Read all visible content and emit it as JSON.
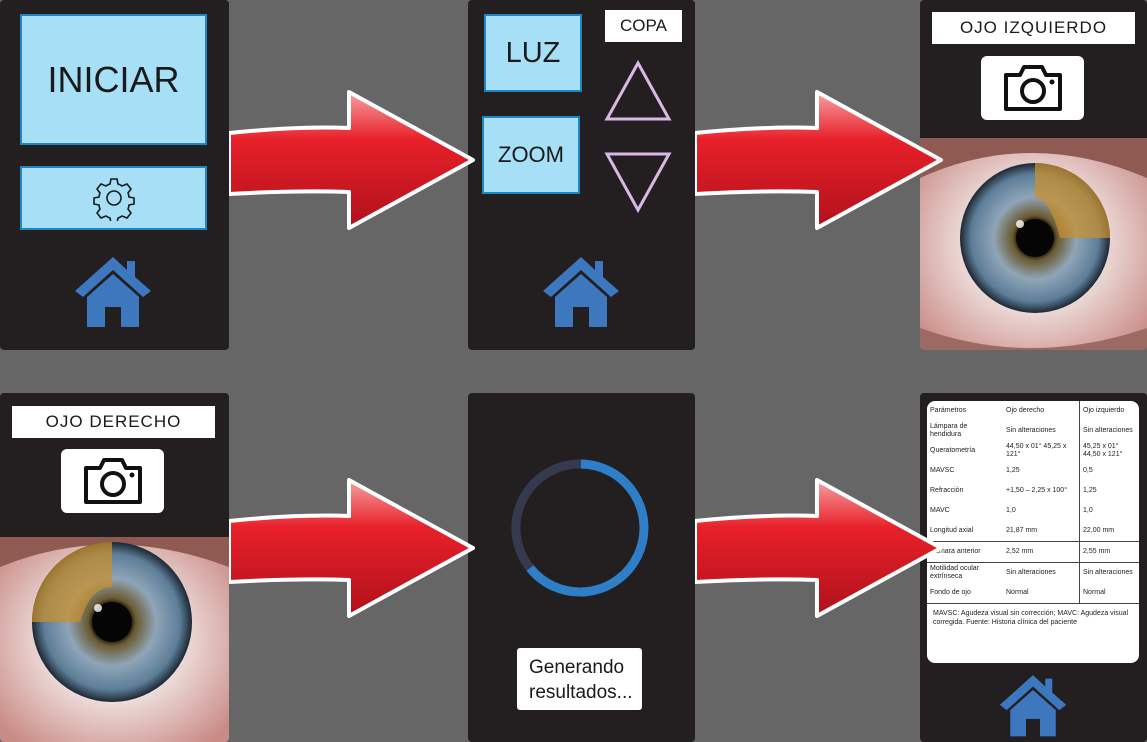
{
  "panel1": {
    "start_label": "INICIAR",
    "settings_icon": "gear-icon",
    "home_icon": "home-icon"
  },
  "panel2": {
    "light_label": "LUZ",
    "zoom_label": "ZOOM",
    "cup_label": "COPA",
    "up_icon": "triangle-up-icon",
    "down_icon": "triangle-down-icon",
    "home_icon": "home-icon"
  },
  "panel3": {
    "title": "OJO  IZQUIERDO",
    "camera_icon": "camera-icon"
  },
  "panel4": {
    "title": "OJO  DERECHO",
    "camera_icon": "camera-icon"
  },
  "panel5": {
    "status_line1": "Generando",
    "status_line2": "resultados...",
    "spinner_icon": "loading-spinner-icon"
  },
  "panel6": {
    "report": {
      "headers": [
        "Parámetros",
        "Ojo derecho",
        "Ojo izquierdo"
      ],
      "rows": [
        [
          "Lámpara de hendidura",
          "Sin alteraciones",
          "Sin alteraciones"
        ],
        [
          "Queratometría",
          "44,50 x 01° 45,25 x 121°",
          "45,25 x 01° 44,50 x 121°"
        ],
        [
          "MAVSC",
          "1,25",
          "0,5"
        ],
        [
          "Refracción",
          "+1,50 – 2,25 x 100°",
          "1,25"
        ],
        [
          "MAVC",
          "1,0",
          "1,0"
        ],
        [
          "Longitud axial",
          "21,87 mm",
          "22,00 mm"
        ],
        [
          "Cámara anterior",
          "2,52 mm",
          "2,55 mm"
        ],
        [
          "Motilidad ocular extrínseca",
          "Sin alteraciones",
          "Sin alteraciones"
        ],
        [
          "Fondo de ojo",
          "Normal",
          "Normal"
        ]
      ],
      "note": "MAVSC: Agudeza visual sin corrección; MAVC: Agudeza visual corregida. Fuente: Historia clínica del paciente"
    },
    "home_icon": "home-icon"
  },
  "colors": {
    "panel": "#231f20",
    "button": "#a6dff6",
    "home": "#3d77bd",
    "arrow": "#e8202a",
    "spinner": "#2f7fc8",
    "background": "#666666"
  }
}
